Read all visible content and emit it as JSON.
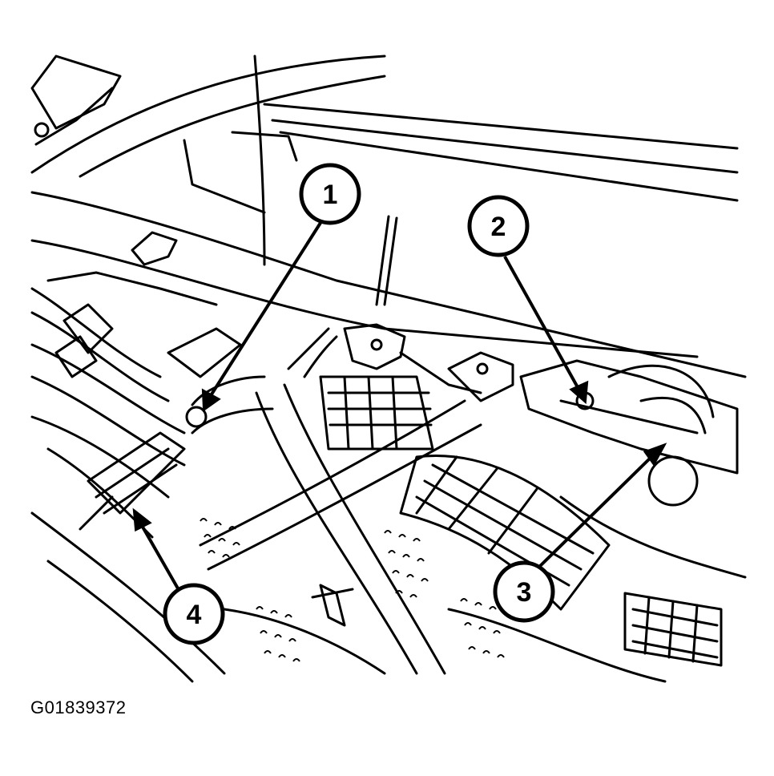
{
  "callouts": [
    {
      "label": "1"
    },
    {
      "label": "2"
    },
    {
      "label": "3"
    },
    {
      "label": "4"
    }
  ],
  "figure_id": "G01839372",
  "colors": {
    "ink": "#000000",
    "paper": "#ffffff"
  }
}
